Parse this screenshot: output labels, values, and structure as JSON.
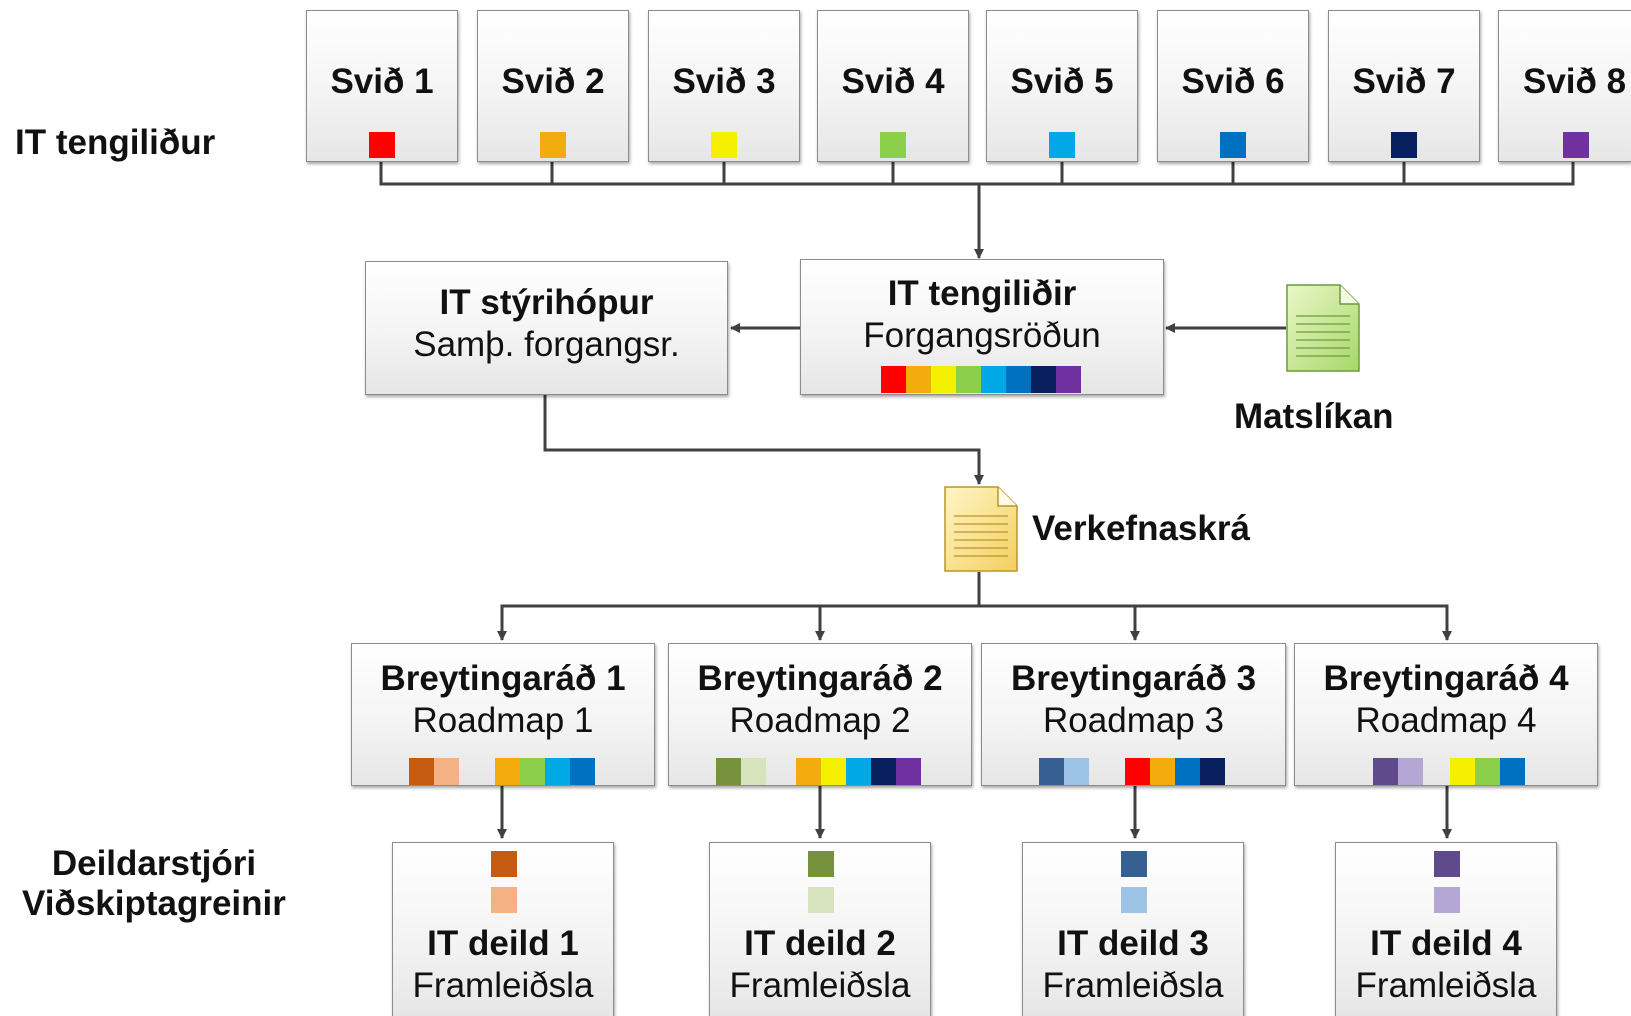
{
  "labels": {
    "it_contacts": "IT tengiliður",
    "dept_manager_line1": "Deildarstjóri",
    "dept_manager_line2": "Viðskiptagreinir",
    "evaluation_model": "Matslíkan",
    "project_register": "Verkefnaskrá"
  },
  "divisions": [
    {
      "label": "Svið 1",
      "color": "#ff0000"
    },
    {
      "label": "Svið 2",
      "color": "#f2ac0d"
    },
    {
      "label": "Svið 3",
      "color": "#f5f000"
    },
    {
      "label": "Svið 4",
      "color": "#8bcf4a"
    },
    {
      "label": "Svið 5",
      "color": "#00a8e6"
    },
    {
      "label": "Svið 6",
      "color": "#0070c0"
    },
    {
      "label": "Svið 7",
      "color": "#08205e"
    },
    {
      "label": "Svið 8",
      "color": "#7030a0"
    }
  ],
  "steering": {
    "title": "IT stýrihópur",
    "subtitle": "Samþ. forgangsr."
  },
  "contacts_box": {
    "title": "IT tengiliðir",
    "subtitle": "Forgangsröðun",
    "colors": [
      "#ff0000",
      "#f2ac0d",
      "#f5f000",
      "#8bcf4a",
      "#00a8e6",
      "#0070c0",
      "#08205e",
      "#7030a0"
    ]
  },
  "change_boards": [
    {
      "title": "Breytingaráð 1",
      "subtitle": "Roadmap 1",
      "dept_colors": [
        "#c55a11",
        "#f4b183"
      ],
      "division_colors": [
        "#f2ac0d",
        "#8bcf4a",
        "#00a8e6",
        "#0070c0"
      ]
    },
    {
      "title": "Breytingaráð 2",
      "subtitle": "Roadmap 2",
      "dept_colors": [
        "#76923c",
        "#d6e3bc"
      ],
      "division_colors": [
        "#f2ac0d",
        "#f5f000",
        "#00a8e6",
        "#08205e",
        "#7030a0"
      ]
    },
    {
      "title": "Breytingaráð 3",
      "subtitle": "Roadmap 3",
      "dept_colors": [
        "#366092",
        "#9dc3e6"
      ],
      "division_colors": [
        "#ff0000",
        "#f2ac0d",
        "#0070c0",
        "#08205e"
      ]
    },
    {
      "title": "Breytingaráð 4",
      "subtitle": "Roadmap 4",
      "dept_colors": [
        "#5f4b8b",
        "#b4a7d6"
      ],
      "division_colors": [
        "#f5f000",
        "#8bcf4a",
        "#0070c0"
      ]
    }
  ],
  "it_departments": [
    {
      "title": "IT deild 1",
      "subtitle": "Framleiðsla",
      "colors": [
        "#c55a11",
        "#f4b183"
      ]
    },
    {
      "title": "IT deild 2",
      "subtitle": "Framleiðsla",
      "colors": [
        "#76923c",
        "#d6e3bc"
      ]
    },
    {
      "title": "IT deild 3",
      "subtitle": "Framleiðsla",
      "colors": [
        "#366092",
        "#9dc3e6"
      ]
    },
    {
      "title": "IT deild 4",
      "subtitle": "Framleiðsla",
      "colors": [
        "#5f4b8b",
        "#b4a7d6"
      ]
    }
  ]
}
